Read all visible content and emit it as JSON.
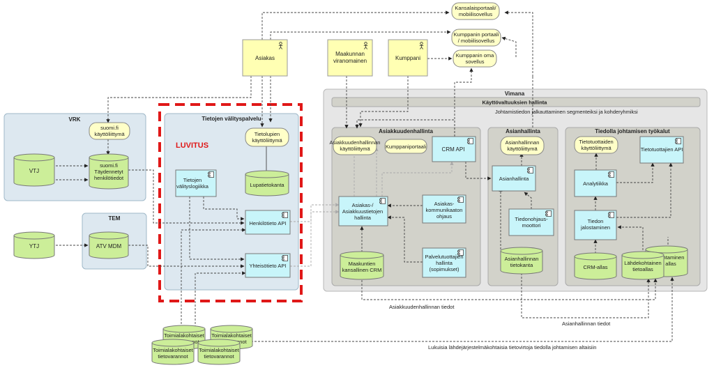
{
  "groups": {
    "vrk": "VRK",
    "tem": "TEM",
    "tietojen": "Tietojen välityspalvelu",
    "luvitus": "LUVITUS",
    "vimana": "Vimana",
    "kayttovaltuus": "Käyttövaltuuksien hallinta",
    "asiakkuudenhallinta": "Asiakkuudenhallinta",
    "asianhallinta": "Asianhallinta",
    "tiedolla": "Tiedolla johtamisen työkalut"
  },
  "actors": {
    "asiakas": "Asiakas",
    "maakunnan": [
      "Maakunnan",
      "viranomainen"
    ],
    "kumppani": "Kumppani"
  },
  "apps_top": {
    "kansalais": [
      "Kansalaisportaali/",
      "mobiilisovellus"
    ],
    "kumppanin_portaali": [
      "Kumppanin portaali",
      "/ mobiilisovellus"
    ],
    "kumppanin_oma": [
      "Kumppanin oma",
      "sovellus"
    ]
  },
  "vrk": {
    "vtj": "VTJ",
    "suomifi_ui": [
      "suomi.fi",
      "käyttöliittymä"
    ],
    "suomifi_data": [
      "suomi.fi",
      "Täydennetyt",
      "henkilötiedot"
    ]
  },
  "tem": {
    "ytj": "YTJ",
    "atv": "ATV MDM"
  },
  "tvp": {
    "tietolupien_ui": [
      "Tietolupien",
      "käyttöliittymä"
    ],
    "valityslogiikka": [
      "Tietojen",
      "välityslogiikka"
    ],
    "lupatietokanta": "Lupatietokanta",
    "henkilotieto_api": "Henkilötieto API",
    "yhteisotieto_api": "Yhteisötieto API"
  },
  "ah": {
    "ui": [
      "Asiakkuudenhallinnan",
      "käyttöliittymä"
    ],
    "kumppaniportaali": "Kumppaniportaali",
    "crm_api": "CRM API",
    "hallinta": [
      "Asiakas-/",
      "Asiakkuustietojen",
      "hallinta"
    ],
    "kommunikaatio": [
      "Asiakas-",
      "kommunikaaton",
      "ohjaus"
    ],
    "palveluntuottajien": [
      "Palvelutuottajien",
      "hallinta",
      "(sopimukset)"
    ],
    "crm_db": [
      "Maakuntien",
      "kansallinen CRM"
    ]
  },
  "as": {
    "ui": [
      "Asianhallinnan",
      "käyttöliittymä"
    ],
    "asianhallinta": "Asianhallinta",
    "tiedonohjaus": [
      "Tiedonohjaus-",
      "moottori"
    ],
    "tietokanta": [
      "Asianhallinnan",
      "tietokanta"
    ]
  },
  "tj": {
    "tietotuottaja_ui": [
      "Tietotuottaiden",
      "käyttöliittymä"
    ],
    "tietotuottaja_api": "Tietotuottajien API",
    "analytiikka": "Analytiikka",
    "jalostaminen": [
      "Tiedon",
      "jalostaminen"
    ],
    "crm_allas": "CRM-allas",
    "lahde_allas": [
      "Lähdekohtainen",
      "tietoallas"
    ],
    "johtaminen_allas": [
      "Johtaminen",
      "allas"
    ]
  },
  "stores": {
    "label": [
      "Toimialakohtaiset",
      "tietovarannot"
    ]
  },
  "notes": {
    "johtamistieto": "Johtamistiedon jalkauttaminen segmenteiksi ja kohderyhmiksi",
    "asiakkuus_tiedot": "Asiakkuudenhallinnan tiedot",
    "asian_tiedot": "Asianhallinnan tiedot",
    "lukuisia": "Lukuisia lähdejärjestelmäkohtaisia tietovirtoja tiedolla johtamisen altaisiin"
  },
  "colors": {
    "actor": "#ffffb3",
    "app_service": "#ffffc8",
    "component": "#c8f5fa",
    "datastore": "#ccee99",
    "group_outer": "#dde8f0",
    "vimana": "#e6e6e6",
    "subgroup": "#d2d2ca",
    "luvitus": "#e01818"
  }
}
